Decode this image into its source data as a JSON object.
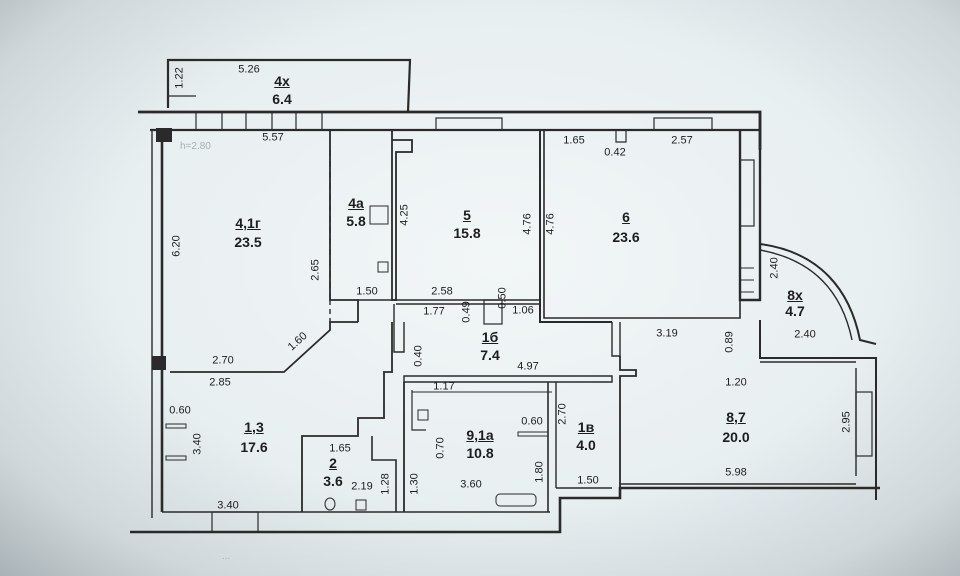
{
  "title": "",
  "stamp": "h=2.80",
  "footer_stamp": "...",
  "rooms": [
    {
      "id": "4x",
      "number": "4х",
      "area": "6.4"
    },
    {
      "id": "4_1g",
      "number": "4,1г",
      "area": "23.5"
    },
    {
      "id": "4a",
      "number": "4а",
      "area": "5.8"
    },
    {
      "id": "5",
      "number": "5",
      "area": "15.8"
    },
    {
      "id": "6",
      "number": "6",
      "area": "23.6"
    },
    {
      "id": "8x",
      "number": "8х",
      "area": "4.7"
    },
    {
      "id": "1b",
      "number": "1б",
      "area": "7.4"
    },
    {
      "id": "1_3",
      "number": "1,3",
      "area": "17.6"
    },
    {
      "id": "2",
      "number": "2",
      "area": "3.6"
    },
    {
      "id": "9_1a",
      "number": "9,1а",
      "area": "10.8"
    },
    {
      "id": "1v",
      "number": "1в",
      "area": "4.0"
    },
    {
      "id": "8_7",
      "number": "8,7",
      "area": "20.0"
    }
  ],
  "dimensions": {
    "d_1_22": "1.22",
    "d_5_26": "5.26",
    "d_5_57": "5.57",
    "d_6_20": "6.20",
    "d_2_65": "2.65",
    "d_1_50a": "1.50",
    "d_4_25": "4.25",
    "d_4_76a": "4.76",
    "d_4_76b": "4.76",
    "d_1_65a": "1.65",
    "d_0_42": "0.42",
    "d_2_57": "2.57",
    "d_2_58": "2.58",
    "d_0_50": "0.50",
    "d_1_77": "1.77",
    "d_0_49": "0.49",
    "d_1_06": "1.06",
    "d_1_60": "1.60",
    "d_2_70a": "2.70",
    "d_2_85": "2.85",
    "d_0_40": "0.40",
    "d_4_97": "4.97",
    "d_3_19": "3.19",
    "d_0_89": "0.89",
    "d_2_40a": "2.40",
    "d_2_40b": "2.40",
    "d_1_20": "1.20",
    "d_1_17": "1.17",
    "d_0_60a": "0.60",
    "d_3_40a": "3.40",
    "d_1_65b": "1.65",
    "d_2_19": "2.19",
    "d_1_28": "1.28",
    "d_0_70": "0.70",
    "d_0_60b": "0.60",
    "d_2_70b": "2.70",
    "d_2_95": "2.95",
    "d_1_30": "1.30",
    "d_3_60": "3.60",
    "d_1_80": "1.80",
    "d_1_50b": "1.50",
    "d_5_98": "5.98",
    "d_3_40b": "3.40"
  }
}
